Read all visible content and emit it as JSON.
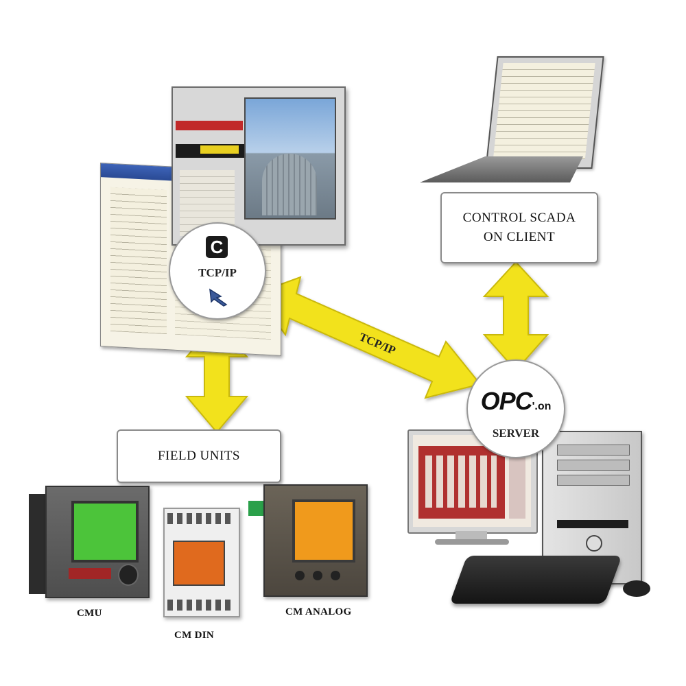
{
  "labels": {
    "control_scada": [
      "CONTROL SCADA",
      "ON CLIENT"
    ],
    "field_units": "FIELD UNITS",
    "opc_logo": "OPC",
    "opc_logo_suffix": "'.on",
    "opc_server": "SERVER",
    "client_circle": "TCP/IP",
    "tcp_ip": "TCP/IP",
    "device_1": "CMU",
    "device_2": "CM DIN",
    "device_3": "CM ANALOG"
  },
  "colors": {
    "arrow_yellow": "#f2e21c",
    "arrow_edge": "#c9b80a",
    "lcd_green": "#4cc43a",
    "lcd_orange": "#f09a1c",
    "relay_orange": "#e06a1e"
  },
  "icons": [
    "c-logo-icon",
    "cursor-arrow-icon"
  ]
}
